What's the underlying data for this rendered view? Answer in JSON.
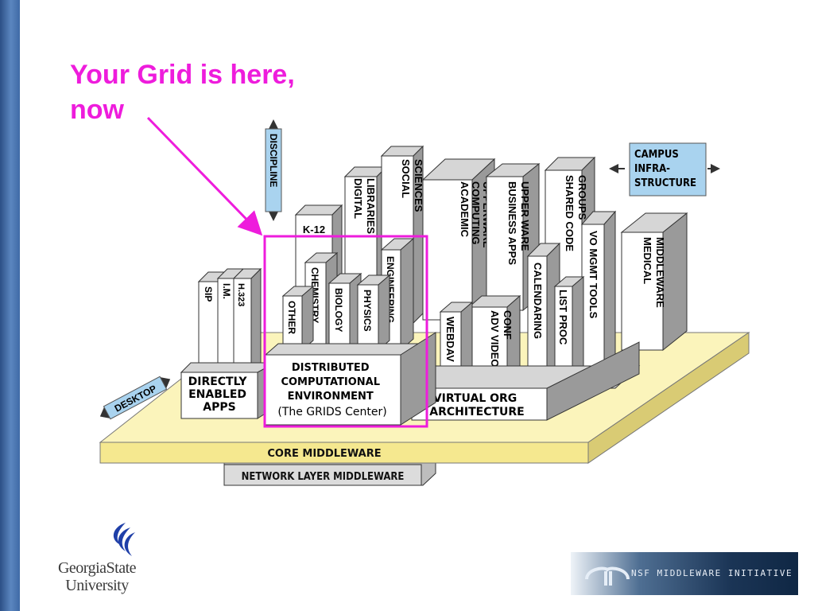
{
  "slide": {
    "title_line1": "Your Grid is here,",
    "title_line2": "now"
  },
  "diagram": {
    "discipline_label": "DISCIPLINE",
    "desktop_label": "DESKTOP",
    "campus_label": [
      "CAMPUS",
      "INFRA-",
      "STRUCTURE"
    ],
    "core_middleware": "CORE MIDDLEWARE",
    "network_layer": "NETWORK LAYER MIDDLEWARE",
    "directly_enabled": [
      "DIRECTLY",
      "ENABLED",
      "APPS"
    ],
    "distributed": [
      "DISTRIBUTED",
      "COMPUTATIONAL",
      "ENVIRONMENT",
      "(The GRIDS Center)"
    ],
    "virtual_org": [
      "VIRTUAL ORG",
      "ARCHITECTURE"
    ],
    "apps_towers": [
      "SIP",
      "I.M.",
      "H.323"
    ],
    "grid_towers": [
      "OTHER",
      "CHEMISTRY",
      "BIOLOGY",
      "PHYSICS",
      "ENGINEERING"
    ],
    "back_towers": {
      "k12": "K-12",
      "digital_libraries": [
        "DIGITAL",
        "LIBRARIES"
      ],
      "social_sciences": [
        "SOCIAL",
        "SCIENCES"
      ],
      "academic": [
        "ACADEMIC",
        "COMPUTING",
        "UPPERWARE"
      ],
      "business": [
        "BUSINESS APPS",
        "UPPER WARE"
      ],
      "shared_code": [
        "SHARED CODE",
        "GROUPS"
      ],
      "medical": [
        "MEDICAL",
        "MIDDLEWARE"
      ]
    },
    "virtual_towers": {
      "webdav": "WEBDAV",
      "adv_video": [
        "ADV VIDEO",
        "CONF"
      ],
      "calendaring": "CALENDARING",
      "list_proc": "LIST PROC",
      "vo_mgmt": "VO MGMT TOOLS"
    },
    "highlight_color": "#ee1cdc"
  },
  "footer": {
    "university_line1": "GeorgiaState",
    "university_line2": "University",
    "nsf_banner": "NSF MIDDLEWARE INITIATIVE"
  }
}
